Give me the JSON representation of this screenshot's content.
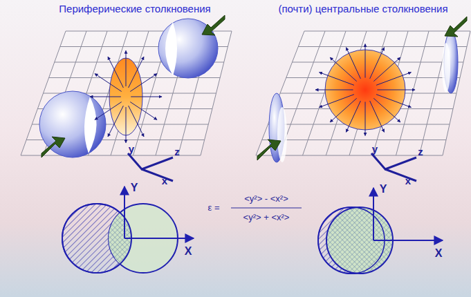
{
  "diagram": {
    "labels": [
      "Периферические столкновения",
      "(почти) центральные столкновения",
      "y",
      "z",
      "x",
      "y",
      "z",
      "x",
      "Y",
      "X",
      "Y",
      "X",
      "ε =",
      "<y²> - <x²>",
      "<y²> + <x²>"
    ]
  }
}
